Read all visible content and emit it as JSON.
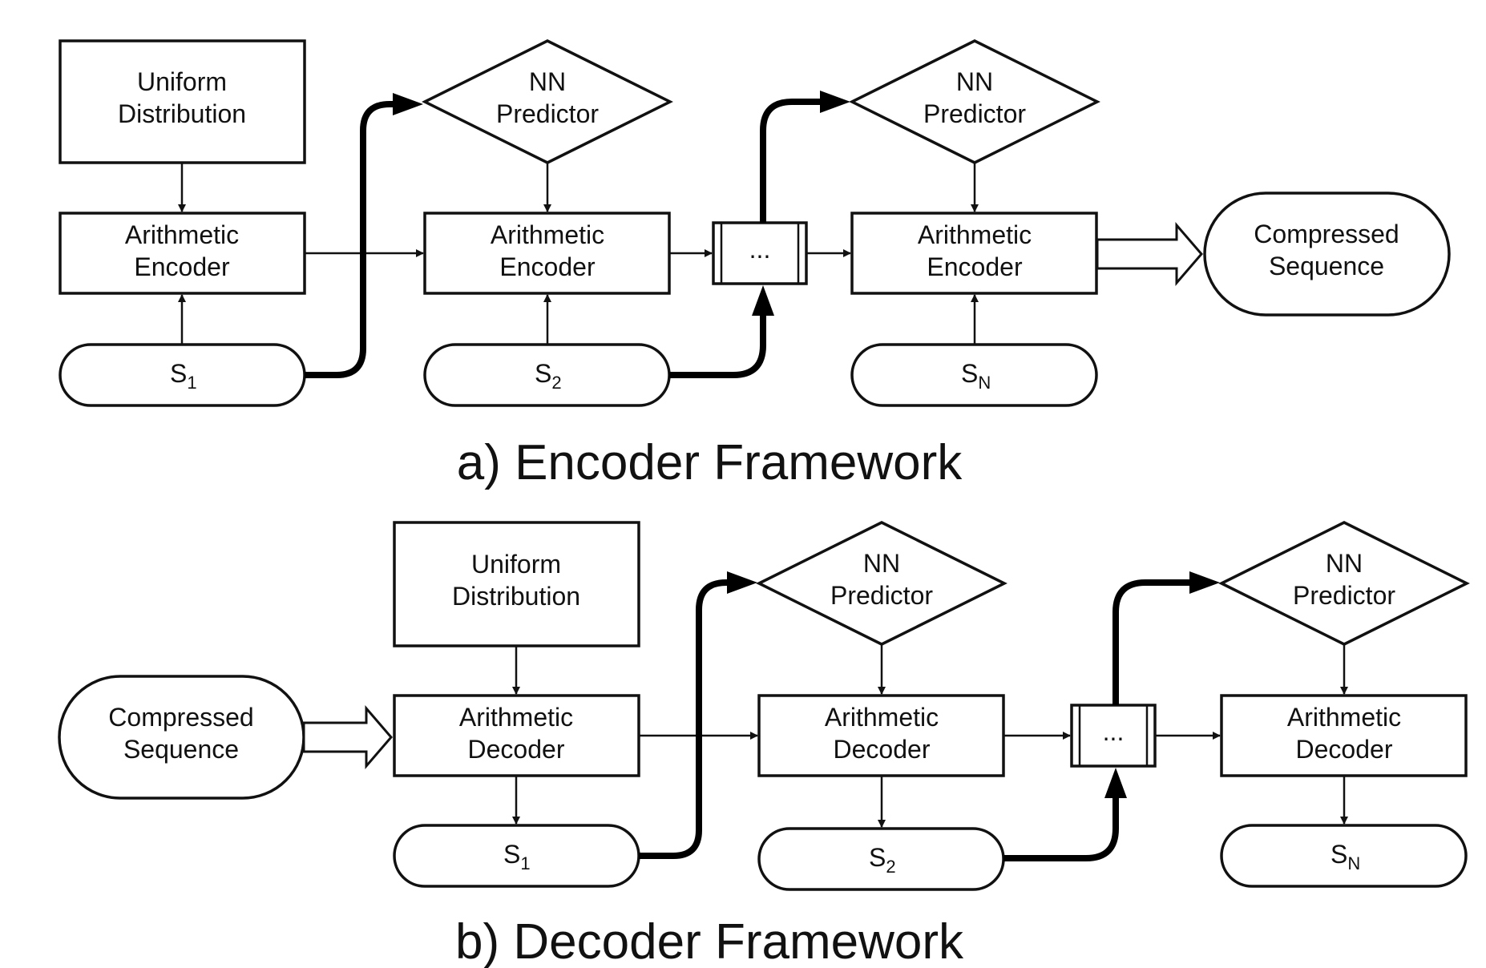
{
  "encoder": {
    "caption": "a) Encoder Framework",
    "uniform": [
      "Uniform",
      "Distribution"
    ],
    "predictor": [
      "NN",
      "Predictor"
    ],
    "coder": [
      "Arithmetic",
      "Encoder"
    ],
    "ellipsis": "...",
    "compressed": [
      "Compressed",
      "Sequence"
    ],
    "symbols": [
      {
        "base": "S",
        "sub": "1"
      },
      {
        "base": "S",
        "sub": "2"
      },
      {
        "base": "S",
        "sub": "N"
      }
    ]
  },
  "decoder": {
    "caption": "b) Decoder Framework",
    "uniform": [
      "Uniform",
      "Distribution"
    ],
    "predictor": [
      "NN",
      "Predictor"
    ],
    "coder": [
      "Arithmetic",
      "Decoder"
    ],
    "ellipsis": "...",
    "compressed": [
      "Compressed",
      "Sequence"
    ],
    "symbols": [
      {
        "base": "S",
        "sub": "1"
      },
      {
        "base": "S",
        "sub": "2"
      },
      {
        "base": "S",
        "sub": "N"
      }
    ]
  }
}
